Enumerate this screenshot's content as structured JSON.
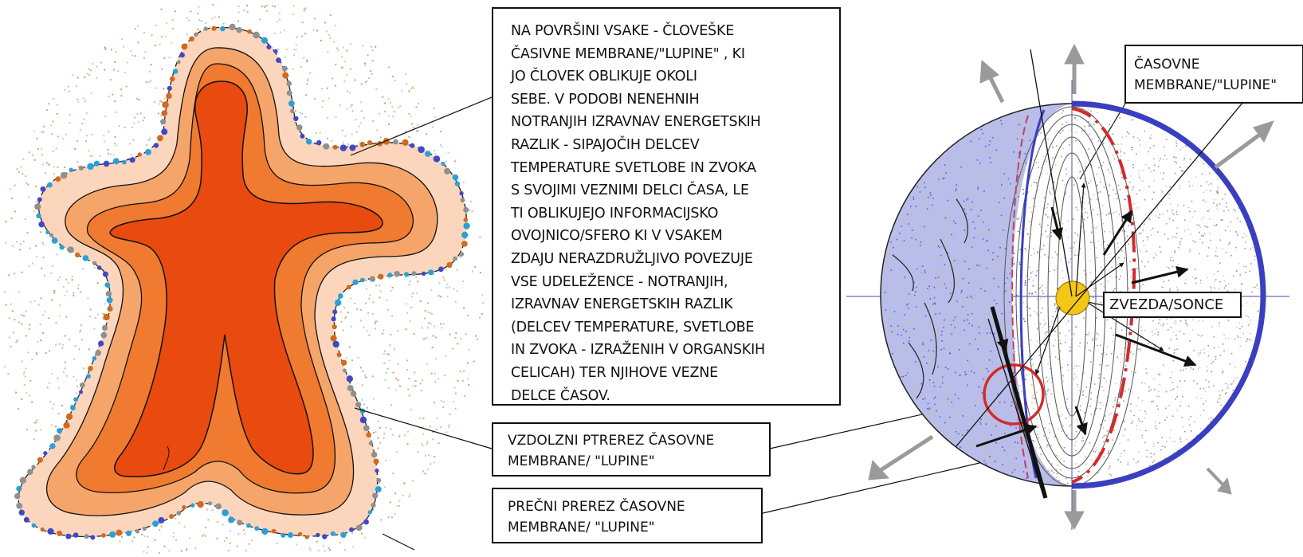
{
  "main_text": {
    "lines": [
      "NA POVRŠINI VSAKE - ČLOVEŠKE",
      "ČASIVNE MEMBRANE/\"LUPINE\" , KI",
      "JO ČLOVEK OBLIKUJE OKOLI",
      "SEBE. V PODOBI NENEHNIH",
      "NOTRANJIH IZRAVNAV ENERGETSKIH",
      "RAZLIK - SIPAJOČIH DELCEV",
      "TEMPERATURE SVETLOBE IN ZVOKA",
      "S SVOJIMI VEZNIMI DELCI ČASA, LE",
      "TI OBLIKUJEJO INFORMACIJSKO",
      "OVOJNICO/SFERO KI V VSAKEM",
      "ZDAJU NERAZDRUŽLJIVO POVEZUJE",
      "VSE UDELEŽENCE - NOTRANJIH,",
      "IZRAVNAV ENERGETSKIH RAZLIK",
      "(DELCEV TEMPERATURE, SVETLOBE",
      "IN ZVOKA - IZRAŽENIH V ORGANSKIH",
      "CELICAH) TER NJIHOVE VEZNE",
      "DELCE ČASOV."
    ]
  },
  "label_longitudinal": {
    "line1": "VZDOLZNI PTREREZ ČASOVNE",
    "line2": "MEMBRANE/ \"LUPINE\""
  },
  "label_cross": {
    "line1": "PREČNI PREREZ ČASOVNE",
    "line2": "MEMBRANE/ \"LUPINE\""
  },
  "label_membranes": {
    "line1": "ČASOVNE",
    "line2": "MEMBRANE/\"LUPINE\""
  },
  "label_star": "ZVEZDA/SONCE",
  "colors": {
    "body_core": "#e84a10",
    "layer_2": "#f07a30",
    "layer_3": "#f6a56a",
    "layer_4": "#fbd0b0",
    "outer_dots": [
      "#9ad6e8",
      "#d0a070",
      "#c8b898",
      "#e0c898"
    ],
    "boundary_dots": [
      "#3f48c6",
      "#2aa0d8",
      "#d06a20",
      "#909090"
    ],
    "sphere_shaded": "#b8bde8",
    "sphere_rim": "#3a3fbf",
    "red_membrane": "#d42a2a",
    "sun": "#f5c518",
    "arrow_gray": "#9a9a9a"
  }
}
